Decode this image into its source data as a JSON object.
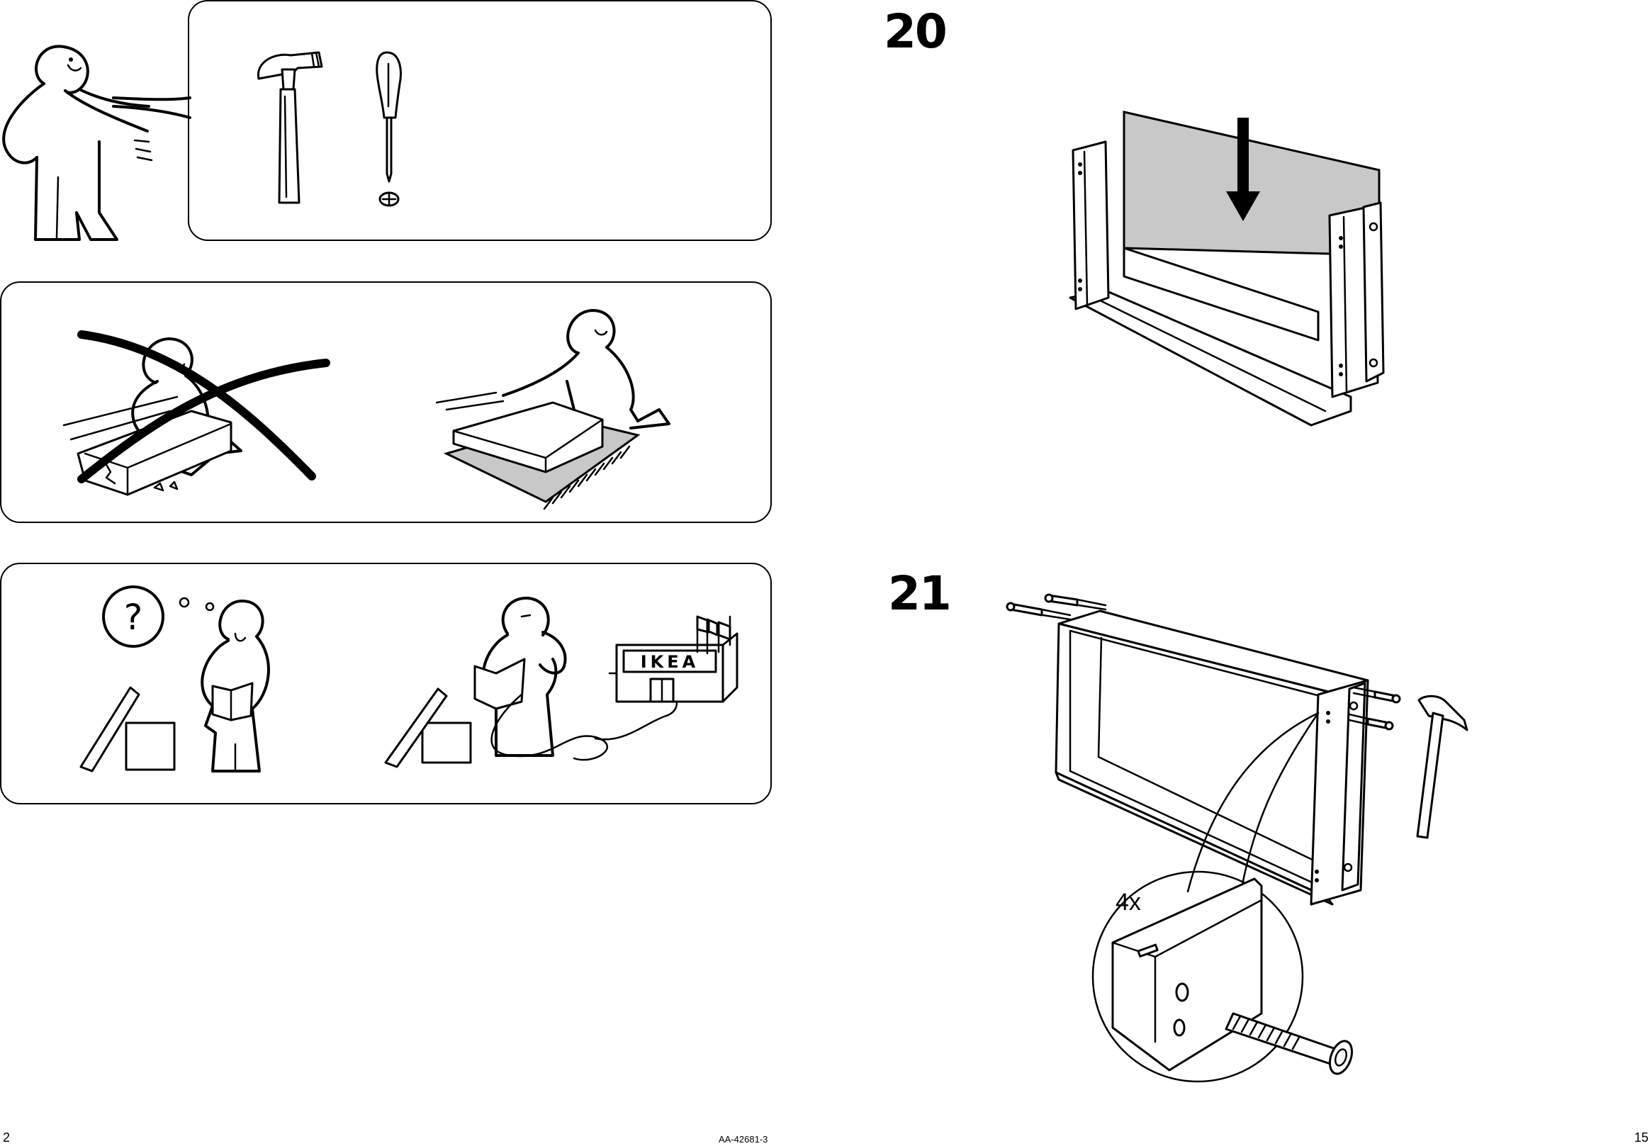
{
  "steps": [
    {
      "number": "20"
    },
    {
      "number": "21",
      "callout_quantity": "4x"
    }
  ],
  "brand_sign": "IKEA",
  "icons": [
    "hammer-icon",
    "screwdriver-icon",
    "phillips-head-icon",
    "question-mark-icon",
    "arrow-down-icon"
  ],
  "colors": {
    "line": "#000000",
    "panel_shade": "#c8c8c8",
    "background": "#ffffff"
  },
  "footer": {
    "page_left": "2",
    "doc_code": "AA-42681-3",
    "page_right": "15"
  }
}
